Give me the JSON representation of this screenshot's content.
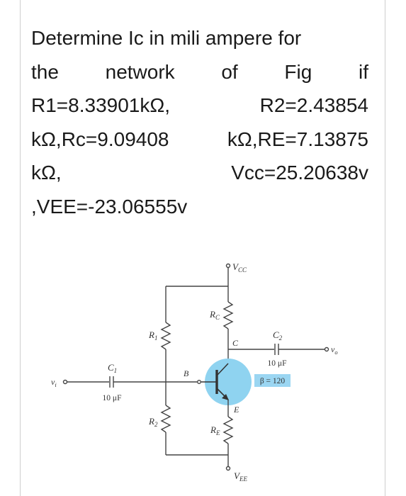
{
  "question": {
    "lines": [
      [
        "Determine Ic in mili ampere for"
      ],
      [
        "the",
        "network",
        "of",
        "Fig",
        "if"
      ],
      [
        "R1=8.33901kΩ,",
        "R2=2.43854"
      ],
      [
        "kΩ,Rc=9.09408",
        "kΩ,RE=7.13875"
      ],
      [
        "kΩ,",
        "Vcc=25.20638v"
      ],
      [
        ",VEE=-23.06555v"
      ]
    ]
  },
  "figure": {
    "vcc": {
      "main": "V",
      "sub": "CC"
    },
    "vee": {
      "main": "V",
      "sub": "EE"
    },
    "rc": {
      "main": "R",
      "sub": "C"
    },
    "re": {
      "main": "R",
      "sub": "E"
    },
    "r1": {
      "main": "R",
      "sub": "1"
    },
    "r2": {
      "main": "R",
      "sub": "2"
    },
    "c1": {
      "main": "C",
      "sub": "1",
      "value": "10 μF"
    },
    "c2": {
      "main": "C",
      "sub": "2",
      "value": "10 μF"
    },
    "node_c": "C",
    "node_b": "B",
    "node_e": "E",
    "vi": {
      "main": "v",
      "sub": "i"
    },
    "vo": {
      "main": "v",
      "sub": "o"
    },
    "beta": "β = 120",
    "colors": {
      "wire": "#444444",
      "transistor_highlight": "#8fd3f0",
      "beta_box": "#9bd6f2"
    }
  }
}
